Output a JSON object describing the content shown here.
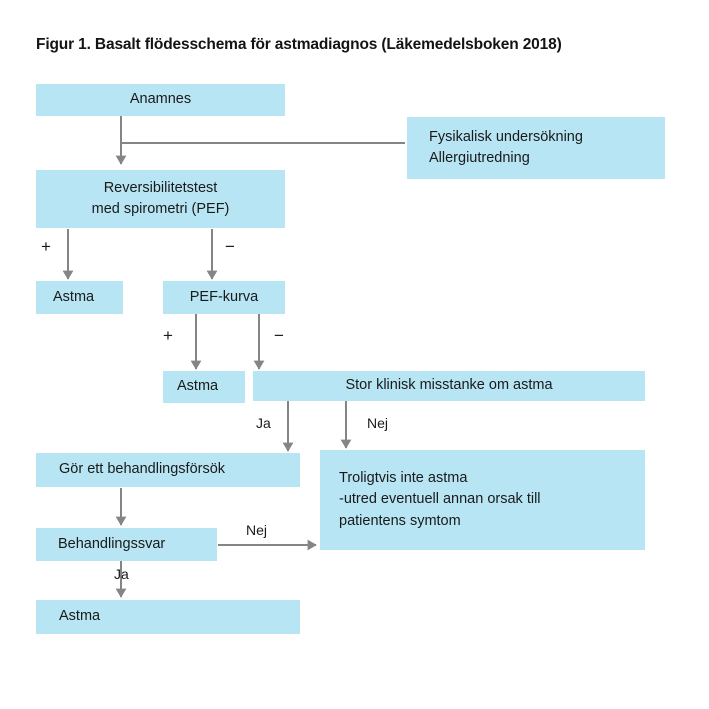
{
  "figure": {
    "title": "Figur 1. Basalt flödesschema för astmadiagnos (Läkemedelsboken 2018)",
    "box_color": "#b7e5f4",
    "connector_color": "#808080",
    "text_color": "#1a1a1a"
  },
  "nodes": {
    "anamnes": {
      "label": "Anamnes"
    },
    "fysikalisk": {
      "line1": "Fysikalisk undersökning",
      "line2": "Allergiutredning"
    },
    "reversibilitetstest": {
      "line1": "Reversibilitetstest",
      "line2": "med spirometri (PEF)"
    },
    "astma_1": {
      "label": "Astma"
    },
    "pef_kurva": {
      "label": "PEF-kurva"
    },
    "astma_2": {
      "label": "Astma"
    },
    "stor_misstanke": {
      "label": "Stor klinisk misstanke om astma"
    },
    "behandlingsforsok": {
      "label": "Gör ett behandlingsförsök"
    },
    "troligtvis_inte": {
      "line1": "Troligtvis inte astma",
      "line2": "-utred eventuell annan orsak till",
      "line3": "patientens symtom"
    },
    "behandlingssvar": {
      "label": "Behandlingssvar"
    },
    "astma_3": {
      "label": "Astma"
    }
  },
  "edge_labels": {
    "rev_plus": "+",
    "rev_minus": "−",
    "pef_plus": "+",
    "pef_minus": "−",
    "misstanke_ja": "Ja",
    "misstanke_nej": "Nej",
    "behandlingssvar_nej": "Nej",
    "behandlingssvar_ja": "Ja"
  }
}
